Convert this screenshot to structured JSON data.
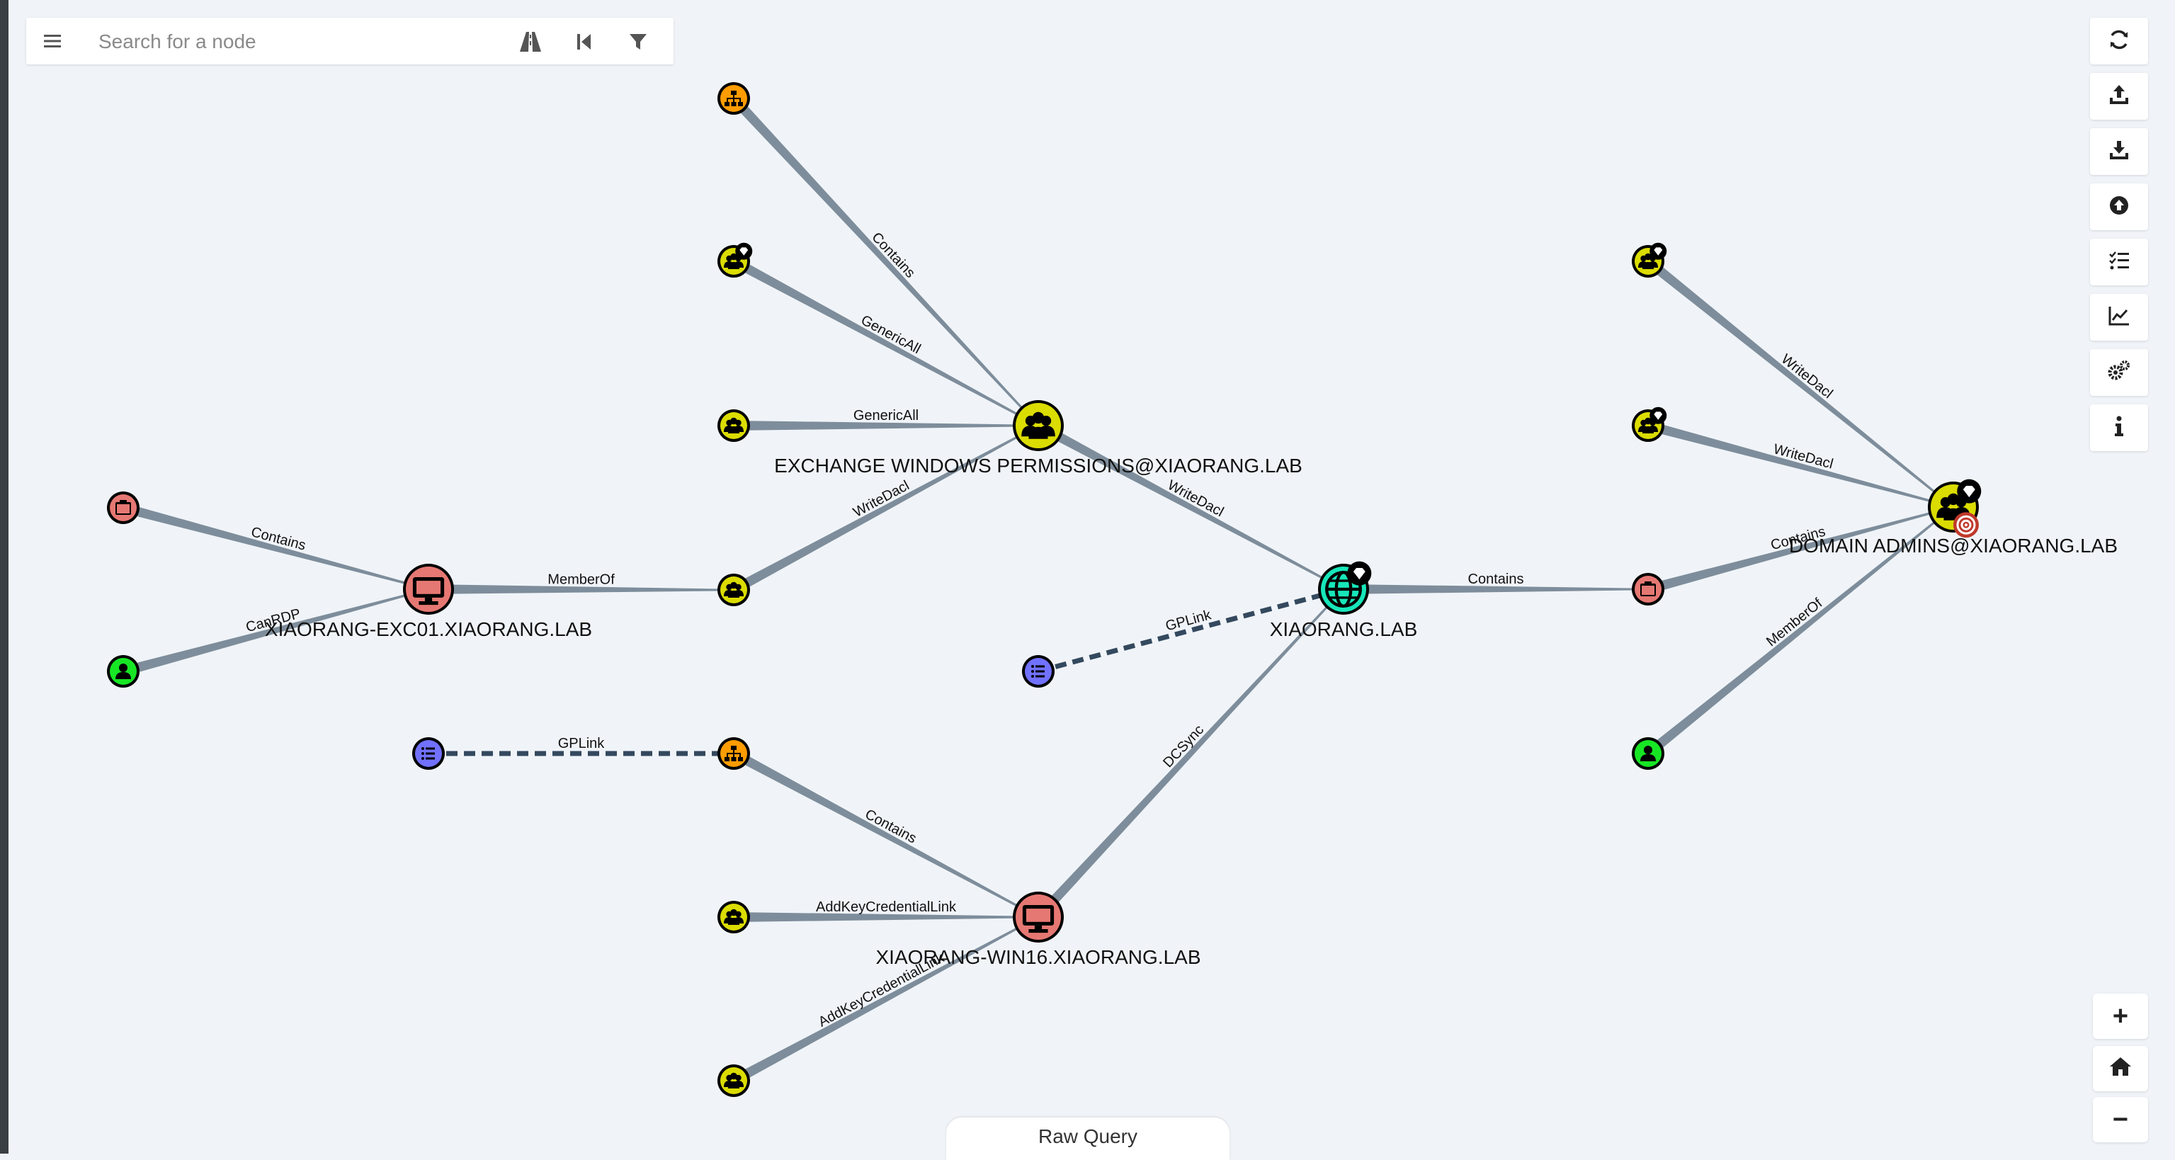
{
  "search": {
    "placeholder": "Search for a node"
  },
  "toolbar": {
    "menu_icon": "hamburger-menu-icon",
    "pathfinding_icon": "road-icon",
    "back_icon": "step-backward-icon",
    "filter_icon": "filter-icon"
  },
  "right_toolbar": [
    {
      "name": "refresh-button",
      "icon": "refresh-icon"
    },
    {
      "name": "export-graph-button",
      "icon": "export-icon"
    },
    {
      "name": "import-graph-button",
      "icon": "import-icon"
    },
    {
      "name": "upload-data-button",
      "icon": "upload-icon"
    },
    {
      "name": "change-layout-button",
      "icon": "task-list-icon"
    },
    {
      "name": "database-info-button",
      "icon": "chart-icon"
    },
    {
      "name": "settings-button",
      "icon": "cogs-icon"
    },
    {
      "name": "about-button",
      "icon": "info-icon"
    }
  ],
  "zoom": {
    "zoom_in": "+",
    "home_icon": "home-icon",
    "zoom_out": "−"
  },
  "raw_query": {
    "label": "Raw Query"
  },
  "graph": {
    "colors": {
      "edge": "#7e8d9b",
      "gplink": "#34495e",
      "group": "#dbdc00",
      "ou": "#ff9c00",
      "computer": "#e67873",
      "gpo": "#7171ff",
      "user": "#17e625",
      "domain": "#17e6b9"
    },
    "nodes": [
      {
        "id": "ou_top",
        "type": "ou",
        "label": ""
      },
      {
        "id": "grp_a",
        "type": "group",
        "label": "",
        "badge": "diamond"
      },
      {
        "id": "grp_b",
        "type": "group",
        "label": ""
      },
      {
        "id": "ewp",
        "type": "group",
        "label": "EXCHANGE WINDOWS PERMISSIONS@XIAORANG.LAB",
        "big": true
      },
      {
        "id": "grp_c",
        "type": "group",
        "label": ""
      },
      {
        "id": "cont_left",
        "type": "container",
        "label": ""
      },
      {
        "id": "user_left",
        "type": "user",
        "label": ""
      },
      {
        "id": "exc01",
        "type": "computer",
        "label": "XIAORANG-EXC01.XIAORANG.LAB",
        "big": true
      },
      {
        "id": "gpo_mid",
        "type": "gpo",
        "label": ""
      },
      {
        "id": "domain",
        "type": "domain",
        "label": "XIAORANG.LAB",
        "big": true,
        "badge": "diamond"
      },
      {
        "id": "gpo_left",
        "type": "gpo",
        "label": ""
      },
      {
        "id": "ou_mid",
        "type": "ou",
        "label": ""
      },
      {
        "id": "grp_d",
        "type": "group",
        "label": ""
      },
      {
        "id": "win16",
        "type": "computer",
        "label": "XIAORANG-WIN16.XIAORANG.LAB",
        "big": true
      },
      {
        "id": "grp_e",
        "type": "group",
        "label": ""
      },
      {
        "id": "grp_r1",
        "type": "group",
        "label": "",
        "badge": "diamond"
      },
      {
        "id": "grp_r2",
        "type": "group",
        "label": "",
        "badge": "diamond"
      },
      {
        "id": "cont_right",
        "type": "container",
        "label": ""
      },
      {
        "id": "user_right",
        "type": "user",
        "label": ""
      },
      {
        "id": "da",
        "type": "group",
        "label": "DOMAIN ADMINS@XIAORANG.LAB",
        "big": true,
        "badge": "diamond",
        "target": true
      }
    ],
    "edges": [
      {
        "source": "ou_top",
        "target": "ewp",
        "label": "Contains"
      },
      {
        "source": "grp_a",
        "target": "ewp",
        "label": "GenericAll"
      },
      {
        "source": "grp_b",
        "target": "ewp",
        "label": "GenericAll"
      },
      {
        "source": "grp_c",
        "target": "ewp",
        "label": "WriteDacl"
      },
      {
        "source": "ewp",
        "target": "domain",
        "label": "WriteDacl"
      },
      {
        "source": "cont_left",
        "target": "exc01",
        "label": "Contains"
      },
      {
        "source": "user_left",
        "target": "exc01",
        "label": "CanRDP"
      },
      {
        "source": "exc01",
        "target": "grp_c",
        "label": "MemberOf"
      },
      {
        "source": "gpo_mid",
        "target": "domain",
        "label": "GPLink",
        "dashed": true
      },
      {
        "source": "gpo_left",
        "target": "ou_mid",
        "label": "GPLink",
        "dashed": true
      },
      {
        "source": "ou_mid",
        "target": "win16",
        "label": "Contains"
      },
      {
        "source": "grp_d",
        "target": "win16",
        "label": "AddKeyCredentialLink"
      },
      {
        "source": "grp_e",
        "target": "win16",
        "label": "AddKeyCredentialLink"
      },
      {
        "source": "win16",
        "target": "domain",
        "label": "DCSync"
      },
      {
        "source": "domain",
        "target": "cont_right",
        "label": "Contains"
      },
      {
        "source": "grp_r1",
        "target": "da",
        "label": "WriteDacl"
      },
      {
        "source": "grp_r2",
        "target": "da",
        "label": "WriteDacl"
      },
      {
        "source": "cont_right",
        "target": "da",
        "label": "Contains"
      },
      {
        "source": "user_right",
        "target": "da",
        "label": "MemberOf"
      }
    ]
  }
}
